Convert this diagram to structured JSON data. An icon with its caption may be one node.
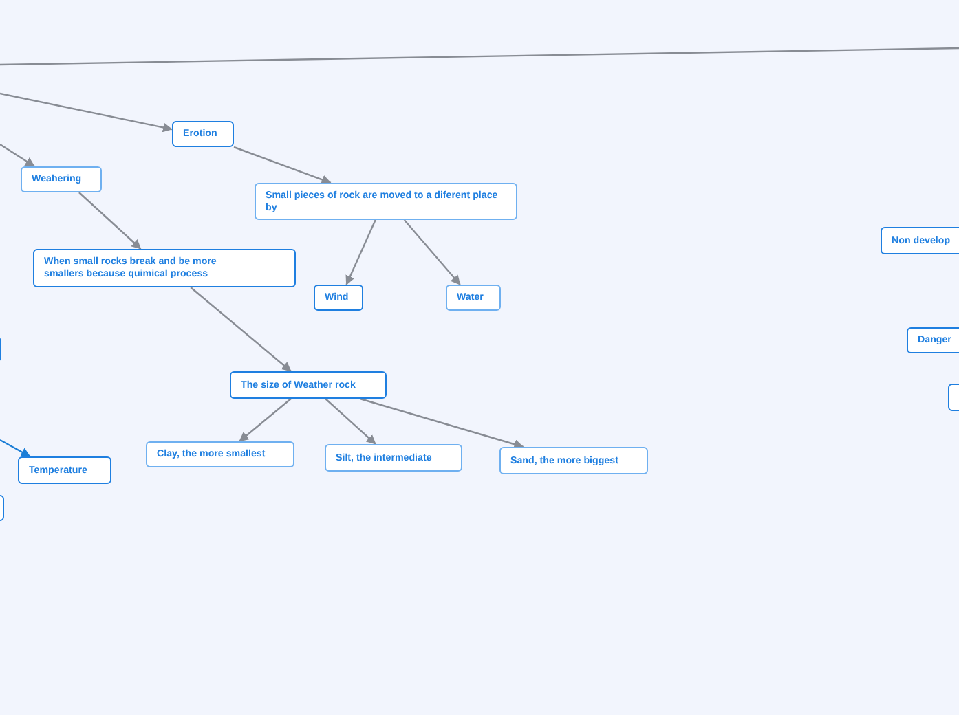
{
  "diagram": {
    "nodes": [
      {
        "text": [
          "Erotion"
        ]
      },
      {
        "text": [
          "Weahering"
        ]
      },
      {
        "text": [
          "Small pieces of rock are moved to a diferent place by"
        ]
      },
      {
        "text": [
          "When small rocks break and be more smallers because quimical process"
        ]
      },
      {
        "text": [
          "Wind"
        ]
      },
      {
        "text": [
          "Water"
        ]
      },
      {
        "text": [
          "The size of Weather rock"
        ]
      },
      {
        "text": [
          "Clay, the more smallest"
        ]
      },
      {
        "text": [
          "Silt, the intermediate"
        ]
      },
      {
        "text": [
          "Sand, the more biggest"
        ]
      },
      {
        "text": [
          "Temperature"
        ]
      },
      {
        "text": [
          "Non develop"
        ]
      },
      {
        "text": [
          "Danger"
        ]
      },
      {
        "text": [],
        "shape": "box"
      },
      {
        "text": [],
        "shape": "box"
      },
      {
        "text": [],
        "shape": "box"
      }
    ],
    "edges": [
      {
        "from": null,
        "to": 0,
        "arrow": "to"
      },
      {
        "from": null,
        "to": 1,
        "arrow": "to"
      },
      {
        "from": 0,
        "to": 2,
        "arrow": "to"
      },
      {
        "from": 1,
        "to": 3,
        "arrow": "to"
      },
      {
        "from": 2,
        "to": 4,
        "arrow": "to"
      },
      {
        "from": 2,
        "to": 5,
        "arrow": "to"
      },
      {
        "from": 3,
        "to": 6,
        "arrow": "to"
      },
      {
        "from": 6,
        "to": 7,
        "arrow": "to"
      },
      {
        "from": 6,
        "to": 8,
        "arrow": "to"
      },
      {
        "from": 6,
        "to": 9,
        "arrow": "to"
      },
      {
        "from": null,
        "to": 10,
        "arrow": "to",
        "color": "#1c7ed6"
      }
    ]
  }
}
